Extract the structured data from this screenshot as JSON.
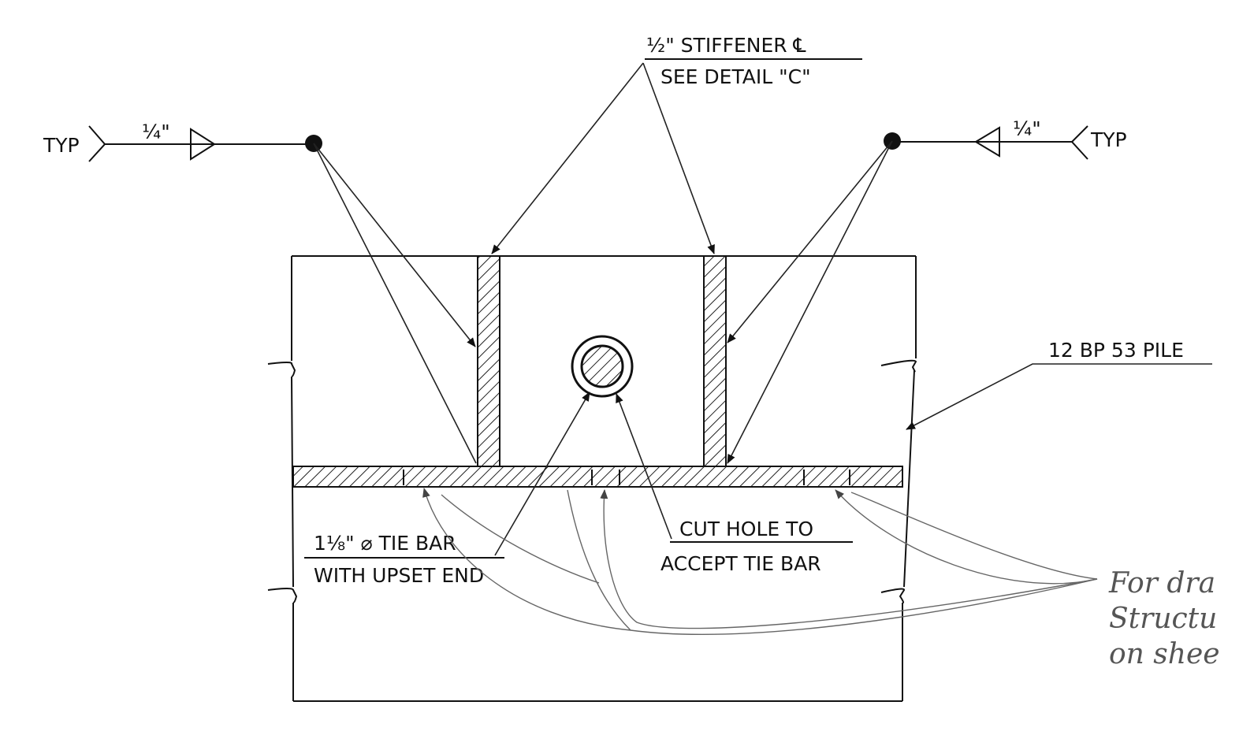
{
  "labels": {
    "stiffener_line1": "½\" STIFFENER ℄",
    "stiffener_line2": "SEE DETAIL \"C\"",
    "weld_left_size": "¼\"",
    "weld_left_typ": "TYP",
    "weld_right_size": "¼\"",
    "weld_right_typ": "TYP",
    "pile": "12 BP 53 PILE",
    "tie_bar_line1": "1⅛\" ⌀ TIE BAR",
    "tie_bar_line2": "WITH UPSET END",
    "cut_hole_line1": "CUT HOLE TO",
    "cut_hole_line2": "ACCEPT TIE BAR"
  },
  "handwritten_note": {
    "line1": "For dra",
    "line2": "Structu",
    "line3": "on shee"
  }
}
